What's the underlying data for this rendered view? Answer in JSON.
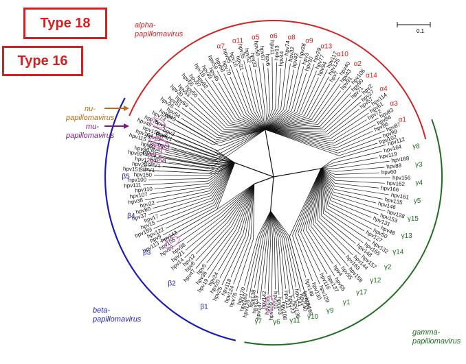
{
  "type_labels": {
    "type18": "Type 18",
    "type16": "Type 16"
  },
  "scale_bar": "0.1",
  "genera": [
    {
      "key": "alpha",
      "lines": [
        "alpha-",
        "papillomavirus"
      ],
      "color": "#d42020"
    },
    {
      "key": "beta",
      "lines": [
        "beta-",
        "papillomavirus"
      ],
      "color": "#1b1bb8"
    },
    {
      "key": "gamma",
      "lines": [
        "gamma-",
        "papillomavirus"
      ],
      "color": "#1f6e1f"
    },
    {
      "key": "nu",
      "lines": [
        "nu-",
        "papillomavirus"
      ],
      "color": "#c06a10"
    },
    {
      "key": "mu",
      "lines": [
        "mu-",
        "papillomavirus"
      ],
      "color": "#7a1a7a"
    }
  ],
  "colors": {
    "alpha": "#d42020",
    "beta": "#1b1bb8",
    "gamma": "#1f6e1f",
    "nu": "#c06a10",
    "mu": "#7a1a7a",
    "branch": "#111111",
    "other": "#e070d0"
  },
  "alpha_clades": [
    "α7",
    "α11",
    "α5",
    "α6",
    "α8",
    "α9",
    "α13",
    "α10",
    "α2",
    "α14",
    "α4",
    "α3",
    "α1"
  ],
  "beta_clades": [
    "β1",
    "β2",
    "β3",
    "β4",
    "β5"
  ],
  "gamma_clades": [
    "γ8",
    "γ3",
    "γ4",
    "γ5",
    "γ15",
    "γ13",
    "γ14",
    "γ2",
    "γ12",
    "γ17",
    "γ1",
    "γ9",
    "γ10",
    "γ11",
    "γ6",
    "γ7"
  ],
  "leaves": {
    "alpha": [
      "hpv73",
      "hpv34",
      "hpv54",
      "hpv26",
      "hpv51",
      "hpv69",
      "hpv30",
      "hpv53",
      "hpv56",
      "hpv66",
      "hpv97",
      "hpv82",
      "hpv18",
      "hpv39",
      "hpv45",
      "hpv59",
      "hpv68",
      "hpv70",
      "hpv85",
      "hpv16",
      "hpv31",
      "hpv35",
      "hpv52",
      "hpv33",
      "hpv58",
      "hpv67",
      "hpv6",
      "hpv11",
      "hpv13",
      "hpv44",
      "hpv74",
      "hpv32",
      "hpv42",
      "hpv28",
      "hpv3",
      "hpv10",
      "hpv29",
      "hpv77",
      "hpv94",
      "hpv117",
      "hpv125",
      "hpv7",
      "hpv40",
      "hpv43",
      "hpv91",
      "hpv106",
      "hpv90",
      "hpv71",
      "hpv2",
      "hpv27",
      "hpv57",
      "hpv114",
      "hpv61",
      "hpv72",
      "hpv83",
      "hpv84",
      "hpv86",
      "hpv87",
      "hpv89",
      "hpv102"
    ],
    "other": [
      "PePV",
      "OcPV1",
      "OvPV1",
      "bpv1",
      "bpv5",
      "SfPV1",
      "CcPV1",
      "FdPV1",
      "CPV1",
      "hpv41",
      "hpv1",
      "hpv63",
      "bpv6",
      "bpv3",
      "MaPV",
      "McPV"
    ],
    "beta": [
      "hpv113",
      "hpv9",
      "hpv122",
      "hpv159",
      "hpv15",
      "hpv17",
      "hpv37",
      "hpv80",
      "hpv22",
      "hpv38",
      "hpv107",
      "hpv110",
      "hpv111",
      "hpv100",
      "hpv150",
      "hpv151",
      "hpv23",
      "hpv120",
      "hpv92",
      "hpv96",
      "hpv93",
      "hpv115",
      "hpv104",
      "hpv152",
      "hpv49",
      "hpv75",
      "hpv76",
      "hpv124",
      "hpv118",
      "hpv25",
      "hpv20",
      "hpv24",
      "hpv19",
      "hpv36",
      "hpv5",
      "hpv47",
      "hpv8",
      "hpv12",
      "hpv14",
      "hpv21",
      "hpv98",
      "hpv99",
      "hpv105",
      "hpv143"
    ],
    "gamma": [
      "hpv112",
      "hpv164",
      "hpv119",
      "hpv168",
      "hpv88",
      "hpv60",
      "hpv156",
      "hpv162",
      "hpv166",
      "hpv161",
      "hpv135",
      "hpv146",
      "hpv128",
      "hpv153",
      "hpv131",
      "hpv48",
      "hpv50",
      "hpv127",
      "hpv132",
      "hpv165",
      "hpv148",
      "hpv157",
      "hpv144",
      "hpv163",
      "hpv158",
      "hpv95",
      "hpv4",
      "hpv65",
      "hpv137",
      "hpv116",
      "hpv129",
      "hpv130",
      "hpv149",
      "hpv134",
      "hpv169",
      "hpv140",
      "hpv141",
      "hpv136",
      "hpv123",
      "hpv121",
      "hpv108",
      "hpv103",
      "hpv101",
      "hpv109",
      "hpv155",
      "hpv142",
      "hpv147",
      "hpv139",
      "hpv138",
      "hpv126",
      "hpv160",
      "hpv170"
    ]
  }
}
